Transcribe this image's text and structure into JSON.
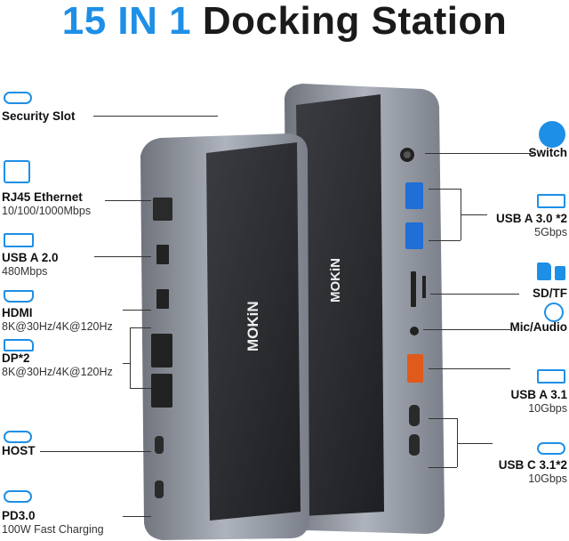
{
  "title": {
    "part1": "15 IN 1",
    "part2": "Docking Station"
  },
  "brand": "MOKiN",
  "left_ports": [
    {
      "name": "Security Slot",
      "detail": ""
    },
    {
      "name": "RJ45 Ethernet",
      "detail": "10/100/1000Mbps"
    },
    {
      "name": "USB A 2.0",
      "detail": "480Mbps"
    },
    {
      "name": "HDMI",
      "detail": "8K@30Hz/4K@120Hz"
    },
    {
      "name": "DP*2",
      "detail": "8K@30Hz/4K@120Hz"
    },
    {
      "name": "HOST",
      "detail": ""
    },
    {
      "name": "PD3.0",
      "detail": "100W Fast Charging"
    }
  ],
  "right_ports": [
    {
      "name": "Switch",
      "detail": ""
    },
    {
      "name": "USB A 3.0 *2",
      "detail": "5Gbps"
    },
    {
      "name": "SD/TF",
      "detail": ""
    },
    {
      "name": "Mic/Audio",
      "detail": ""
    },
    {
      "name": "USB A 3.1",
      "detail": "10Gbps"
    },
    {
      "name": "USB C 3.1*2",
      "detail": "10Gbps"
    }
  ],
  "colors": {
    "accent": "#1e8fe6",
    "body_metal": "#9aa0ab",
    "top_panel": "#2b2d31"
  }
}
